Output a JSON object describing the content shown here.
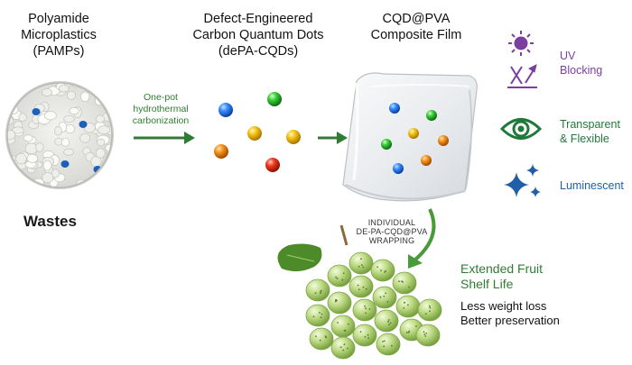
{
  "colors": {
    "arrow": "#2e7d32",
    "uv": "#7b3fa0",
    "eye": "#1f7a3a",
    "sparkle": "#1f5fa8",
    "dot_blue": "#1e6fe0",
    "dot_green": "#2fbf2f",
    "dot_orange": "#f08a1c",
    "dot_yellow": "#f2c01a",
    "dot_red": "#e8321c",
    "grape": "#b6d47a"
  },
  "pamps": {
    "title_lines": [
      "Polyamide",
      "Microplastics",
      "(PAMPs)"
    ],
    "bottom_label": "Wastes"
  },
  "process": {
    "label_lines": [
      "One-pot",
      "hydrothermal",
      "carbonization"
    ]
  },
  "cqds": {
    "title_lines": [
      "Defect-Engineered",
      "Carbon Quantum Dots",
      "(dePA-CQDs)"
    ]
  },
  "film": {
    "title_lines": [
      "CQD@PVA",
      "Composite Film"
    ]
  },
  "properties": [
    {
      "icon": "uv-icon",
      "label_lines": [
        "UV",
        "Blocking"
      ],
      "color": "#7b3fa0"
    },
    {
      "icon": "eye-icon",
      "label_lines": [
        "Transparent",
        "& Flexible"
      ],
      "color": "#1f7a3a"
    },
    {
      "icon": "sparkle-icon",
      "label_lines": [
        "Luminescent"
      ],
      "color": "#1f5fa8"
    }
  ],
  "wrapping": {
    "label_lines": [
      "INDIVIDUAL",
      "DE-PA-CQD@PVA",
      "WRAPPING"
    ]
  },
  "outcome": {
    "title_lines": [
      "Extended Fruit",
      "Shelf Life"
    ],
    "benefit_lines": [
      "Less weight loss",
      "Better preservation"
    ]
  }
}
